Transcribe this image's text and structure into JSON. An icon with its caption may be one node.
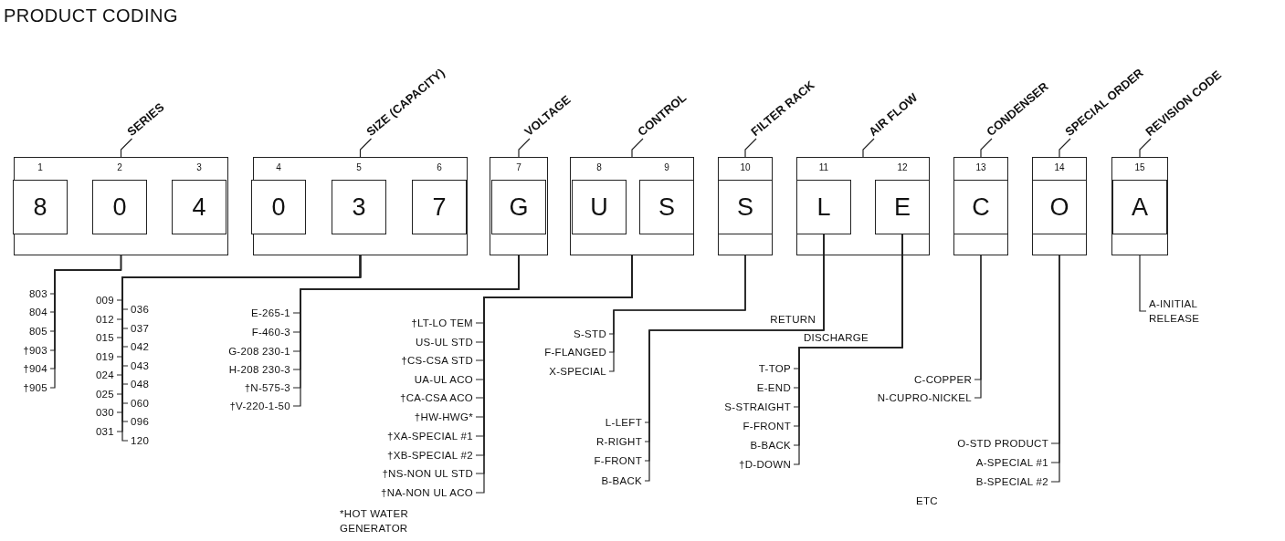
{
  "diagram": {
    "title": "PRODUCT CODING",
    "nodes": [
      {
        "text": [
          "SERIES"
        ]
      },
      {
        "text": [
          "8"
        ],
        "in": 0,
        "beside": [
          "1"
        ]
      },
      {
        "text": [
          "0"
        ],
        "in": 0,
        "beside": [
          "2"
        ]
      },
      {
        "text": [
          "4"
        ],
        "in": 0,
        "beside": [
          "3"
        ]
      },
      {
        "text": [
          "SIZE (CAPACITY)"
        ]
      },
      {
        "text": [
          "0"
        ],
        "in": 4,
        "beside": [
          "4"
        ]
      },
      {
        "text": [
          "3"
        ],
        "in": 4,
        "beside": [
          "5"
        ]
      },
      {
        "text": [
          "7"
        ],
        "in": 4,
        "beside": [
          "6"
        ]
      },
      {
        "text": [
          "VOLTAGE"
        ]
      },
      {
        "text": [
          "G"
        ],
        "in": 8,
        "beside": [
          "7"
        ]
      },
      {
        "text": [
          "CONTROL"
        ]
      },
      {
        "text": [
          "U"
        ],
        "in": 10,
        "beside": [
          "8"
        ]
      },
      {
        "text": [
          "S"
        ],
        "in": 10,
        "beside": [
          "9"
        ]
      },
      {
        "text": [
          "FILTER RACK"
        ]
      },
      {
        "text": [
          "S"
        ],
        "in": 13,
        "beside": [
          "10"
        ]
      },
      {
        "text": [
          "AIR FLOW"
        ]
      },
      {
        "text": [
          "L"
        ],
        "in": 15,
        "beside": [
          "11"
        ]
      },
      {
        "text": [
          "E"
        ],
        "in": 15,
        "beside": [
          "12"
        ]
      },
      {
        "text": [
          "CONDENSER"
        ]
      },
      {
        "text": [
          "C"
        ],
        "in": 18,
        "beside": [
          "13"
        ]
      },
      {
        "text": [
          "SPECIAL ORDER"
        ]
      },
      {
        "text": [
          "O"
        ],
        "in": 20,
        "beside": [
          "14"
        ]
      },
      {
        "text": [
          "REVISION CODE"
        ]
      },
      {
        "text": [
          "A"
        ],
        "in": 22,
        "beside": [
          "15"
        ]
      },
      {
        "text": [
          "803"
        ]
      },
      {
        "text": [
          "804"
        ]
      },
      {
        "text": [
          "805"
        ]
      },
      {
        "text": [
          "†903"
        ]
      },
      {
        "text": [
          "†904"
        ]
      },
      {
        "text": [
          "†905"
        ]
      },
      {
        "text": [
          "009"
        ]
      },
      {
        "text": [
          "012"
        ]
      },
      {
        "text": [
          "015"
        ]
      },
      {
        "text": [
          "019"
        ]
      },
      {
        "text": [
          "024"
        ]
      },
      {
        "text": [
          "025"
        ]
      },
      {
        "text": [
          "030"
        ]
      },
      {
        "text": [
          "031"
        ]
      },
      {
        "text": [
          "036"
        ]
      },
      {
        "text": [
          "037"
        ]
      },
      {
        "text": [
          "042"
        ]
      },
      {
        "text": [
          "043"
        ]
      },
      {
        "text": [
          "048"
        ]
      },
      {
        "text": [
          "060"
        ]
      },
      {
        "text": [
          "096"
        ]
      },
      {
        "text": [
          "120"
        ]
      },
      {
        "text": [
          "E-265-1"
        ]
      },
      {
        "text": [
          "F-460-3"
        ]
      },
      {
        "text": [
          "G-208 230-1"
        ]
      },
      {
        "text": [
          "H-208 230-3"
        ]
      },
      {
        "text": [
          "†N-575-3"
        ]
      },
      {
        "text": [
          "†V-220-1-50"
        ]
      },
      {
        "text": [
          "†LT-LO TEM"
        ]
      },
      {
        "text": [
          "US-UL STD"
        ]
      },
      {
        "text": [
          "†CS-CSA STD"
        ]
      },
      {
        "text": [
          "UA-UL ACO"
        ]
      },
      {
        "text": [
          "†CA-CSA ACO"
        ]
      },
      {
        "text": [
          "†HW-HWG*"
        ]
      },
      {
        "text": [
          "†XA-SPECIAL #1"
        ]
      },
      {
        "text": [
          "†XB-SPECIAL #2"
        ]
      },
      {
        "text": [
          "†NS-NON UL STD"
        ]
      },
      {
        "text": [
          "†NA-NON UL ACO"
        ]
      },
      {
        "text": [
          "S-STD"
        ]
      },
      {
        "text": [
          "F-FLANGED"
        ]
      },
      {
        "text": [
          "X-SPECIAL"
        ]
      },
      {
        "text": [
          "L-LEFT"
        ]
      },
      {
        "text": [
          "R-RIGHT"
        ]
      },
      {
        "text": [
          "F-FRONT"
        ]
      },
      {
        "text": [
          "B-BACK"
        ]
      },
      {
        "text": [
          "T-TOP"
        ]
      },
      {
        "text": [
          "E-END"
        ]
      },
      {
        "text": [
          "S-STRAIGHT"
        ]
      },
      {
        "text": [
          "F-FRONT"
        ]
      },
      {
        "text": [
          "B-BACK"
        ]
      },
      {
        "text": [
          "†D-DOWN"
        ]
      },
      {
        "text": [
          "C-COPPER"
        ]
      },
      {
        "text": [
          "N-CUPRO-NICKEL"
        ]
      },
      {
        "text": [
          "O-STD PRODUCT"
        ]
      },
      {
        "text": [
          "A-SPECIAL #1"
        ]
      },
      {
        "text": [
          "B-SPECIAL #2"
        ]
      },
      {
        "text": [
          "A-INITIAL RELEASE"
        ]
      }
    ],
    "edges": [
      {
        "from": 0,
        "to": 24,
        "arrow": "none"
      },
      {
        "from": 0,
        "to": 25,
        "arrow": "none"
      },
      {
        "from": 0,
        "to": 26,
        "arrow": "none"
      },
      {
        "from": 0,
        "to": 27,
        "arrow": "none"
      },
      {
        "from": 0,
        "to": 28,
        "arrow": "none"
      },
      {
        "from": 0,
        "to": 29,
        "arrow": "none"
      },
      {
        "from": 4,
        "to": 30,
        "arrow": "none"
      },
      {
        "from": 4,
        "to": 31,
        "arrow": "none"
      },
      {
        "from": 4,
        "to": 32,
        "arrow": "none"
      },
      {
        "from": 4,
        "to": 33,
        "arrow": "none"
      },
      {
        "from": 4,
        "to": 34,
        "arrow": "none"
      },
      {
        "from": 4,
        "to": 35,
        "arrow": "none"
      },
      {
        "from": 4,
        "to": 36,
        "arrow": "none"
      },
      {
        "from": 4,
        "to": 37,
        "arrow": "none"
      },
      {
        "from": 4,
        "to": 38,
        "arrow": "none"
      },
      {
        "from": 4,
        "to": 39,
        "arrow": "none"
      },
      {
        "from": 4,
        "to": 40,
        "arrow": "none"
      },
      {
        "from": 4,
        "to": 41,
        "arrow": "none"
      },
      {
        "from": 4,
        "to": 42,
        "arrow": "none"
      },
      {
        "from": 4,
        "to": 43,
        "arrow": "none"
      },
      {
        "from": 4,
        "to": 44,
        "arrow": "none"
      },
      {
        "from": 4,
        "to": 45,
        "arrow": "none"
      },
      {
        "from": 8,
        "to": 46,
        "arrow": "none"
      },
      {
        "from": 8,
        "to": 47,
        "arrow": "none"
      },
      {
        "from": 8,
        "to": 48,
        "arrow": "none"
      },
      {
        "from": 8,
        "to": 49,
        "arrow": "none"
      },
      {
        "from": 8,
        "to": 50,
        "arrow": "none"
      },
      {
        "from": 8,
        "to": 51,
        "arrow": "none"
      },
      {
        "from": 10,
        "to": 52,
        "arrow": "none"
      },
      {
        "from": 10,
        "to": 53,
        "arrow": "none"
      },
      {
        "from": 10,
        "to": 54,
        "arrow": "none"
      },
      {
        "from": 10,
        "to": 55,
        "arrow": "none"
      },
      {
        "from": 10,
        "to": 56,
        "arrow": "none"
      },
      {
        "from": 10,
        "to": 57,
        "arrow": "none"
      },
      {
        "from": 10,
        "to": 58,
        "arrow": "none"
      },
      {
        "from": 10,
        "to": 59,
        "arrow": "none"
      },
      {
        "from": 10,
        "to": 60,
        "arrow": "none"
      },
      {
        "from": 10,
        "to": 61,
        "arrow": "none"
      },
      {
        "from": 13,
        "to": 62,
        "arrow": "none"
      },
      {
        "from": 13,
        "to": 63,
        "arrow": "none"
      },
      {
        "from": 13,
        "to": 64,
        "arrow": "none"
      },
      {
        "from": 16,
        "to": 65,
        "arrow": "none"
      },
      {
        "from": 16,
        "to": 66,
        "arrow": "none"
      },
      {
        "from": 16,
        "to": 67,
        "arrow": "none"
      },
      {
        "from": 16,
        "to": 68,
        "arrow": "none"
      },
      {
        "from": 17,
        "to": 69,
        "arrow": "none"
      },
      {
        "from": 17,
        "to": 70,
        "arrow": "none"
      },
      {
        "from": 17,
        "to": 71,
        "arrow": "none"
      },
      {
        "from": 17,
        "to": 72,
        "arrow": "none"
      },
      {
        "from": 17,
        "to": 73,
        "arrow": "none"
      },
      {
        "from": 17,
        "to": 74,
        "arrow": "none"
      },
      {
        "from": 18,
        "to": 75,
        "arrow": "none"
      },
      {
        "from": 18,
        "to": 76,
        "arrow": "none"
      },
      {
        "from": 20,
        "to": 77,
        "arrow": "none"
      },
      {
        "from": 20,
        "to": 78,
        "arrow": "none"
      },
      {
        "from": 20,
        "to": 79,
        "arrow": "none"
      },
      {
        "from": 22,
        "to": 80,
        "arrow": "none"
      }
    ],
    "labels": [
      "RETURN",
      "DISCHARGE",
      "*HOT WATER GENERATOR",
      "ETC"
    ]
  }
}
